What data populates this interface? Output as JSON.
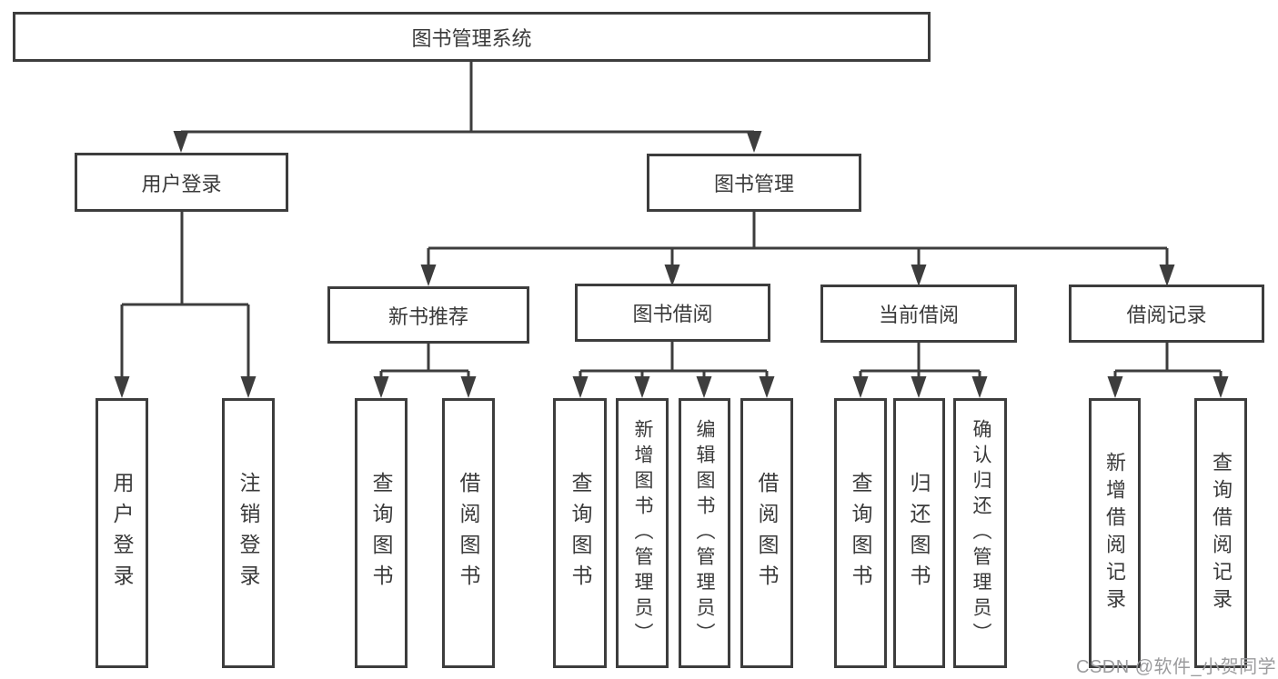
{
  "tree": {
    "label": "图书管理系统",
    "children": [
      {
        "label": "用户登录",
        "children": [
          {
            "label": "用户登录"
          },
          {
            "label": "注销登录"
          }
        ]
      },
      {
        "label": "图书管理",
        "children": [
          {
            "label": "新书推荐",
            "children": [
              {
                "label": "查询图书"
              },
              {
                "label": "借阅图书"
              }
            ]
          },
          {
            "label": "图书借阅",
            "children": [
              {
                "label": "查询图书"
              },
              {
                "label": "新增图书（管理员）"
              },
              {
                "label": "编辑图书（管理员）"
              },
              {
                "label": "借阅图书"
              }
            ]
          },
          {
            "label": "当前借阅",
            "children": [
              {
                "label": "查询图书"
              },
              {
                "label": "归还图书"
              },
              {
                "label": "确认归还（管理员）"
              }
            ]
          },
          {
            "label": "借阅记录",
            "children": [
              {
                "label": "新增借阅记录"
              },
              {
                "label": "查询借阅记录"
              }
            ]
          }
        ]
      }
    ]
  },
  "watermark": "CSDN @软件_小贺同学",
  "colors": {
    "line": "#3d3d3d",
    "text": "#3a3a3a",
    "watermark": "#9b9b9d",
    "background": "#ffffff"
  }
}
